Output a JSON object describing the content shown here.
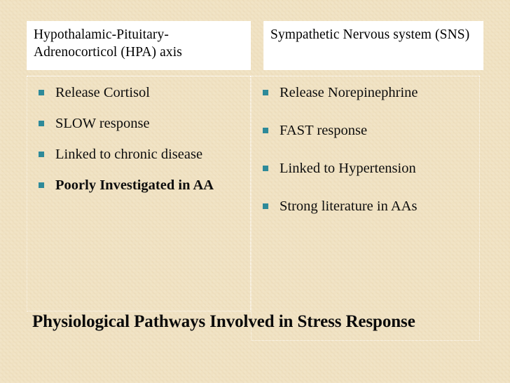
{
  "slide": {
    "background_color": "#ecdab2",
    "bullet_color": "#2e8a99",
    "header_background": "#ffffff",
    "text_color": "#0d0d0d",
    "bottom_title": "Physiological Pathways Involved in Stress Response"
  },
  "columns": [
    {
      "header": "Hypothalamic-Pituitary-Adrenocorticol (HPA) axis",
      "items": [
        {
          "text": "Release Cortisol",
          "bold": false
        },
        {
          "text": "SLOW response",
          "bold": false
        },
        {
          "text": "Linked to chronic disease",
          "bold": false
        },
        {
          "text": "Poorly Investigated in AA",
          "bold": true
        }
      ]
    },
    {
      "header": "Sympathetic Nervous system (SNS)",
      "items": [
        {
          "text": "Release Norepinephrine",
          "bold": false
        },
        {
          "text": "FAST response",
          "bold": false
        },
        {
          "text": "Linked to Hypertension",
          "bold": false
        },
        {
          "text": "Strong literature in AAs",
          "bold": false
        }
      ]
    }
  ]
}
